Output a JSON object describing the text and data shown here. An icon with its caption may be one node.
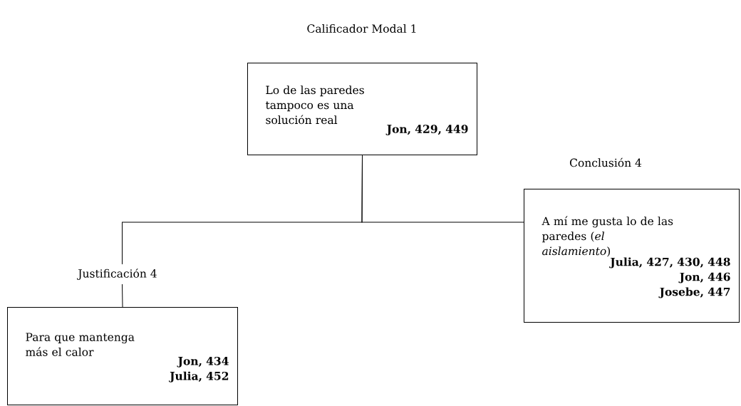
{
  "diagram": {
    "nodes": [
      {
        "text": [
          "Calificador Modal 1",
          "Lo de las paredes tampoco es una solución real",
          "Jon, 429, 449"
        ]
      },
      {
        "text": [
          "Justificación 4",
          "Para que mantenga más el calor",
          "Jon, 434",
          "Julia, 452"
        ]
      },
      {
        "text": [
          "Conclusión 4",
          "A mí me gusta lo de las paredes (*el aislamiento*)",
          "Julia, 427, 430, 448",
          "Jon, 446",
          "Josebe, 447"
        ]
      }
    ],
    "edges": [
      {
        "from": 0,
        "to": 1,
        "arrow": "none"
      },
      {
        "from": 0,
        "to": 2,
        "arrow": "none"
      }
    ]
  }
}
